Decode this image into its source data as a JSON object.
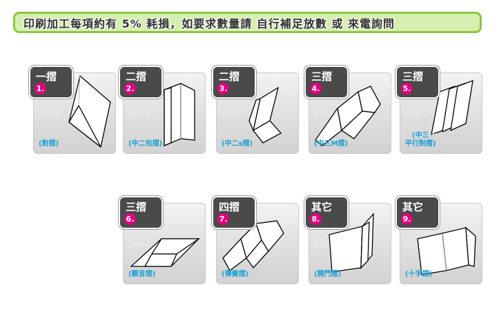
{
  "banner": {
    "text": "印刷加工每項約有 5% 耗損，如要求數量請 自行補足放數 或 來電詢問"
  },
  "watermark": "@card",
  "cards": [
    {
      "title": "一摺",
      "num": "1.",
      "caption_lines": [
        "(對摺)"
      ]
    },
    {
      "title": "二摺",
      "num": "2.",
      "caption_lines": [
        "(中二包摺)"
      ]
    },
    {
      "title": "二摺",
      "num": "3.",
      "caption_lines": [
        "(中二s摺)"
      ]
    },
    {
      "title": "三摺",
      "num": "4.",
      "caption_lines": [
        "(中三M摺)"
      ]
    },
    {
      "title": "三摺",
      "num": "5.",
      "caption_lines": [
        "(中三",
        "平行對摺)"
      ]
    },
    {
      "title": "三摺",
      "num": "6.",
      "caption_lines": [
        "(觀音摺)"
      ]
    },
    {
      "title": "四摺",
      "num": "7.",
      "caption_lines": [
        "(彈簧摺)"
      ]
    },
    {
      "title": "其它",
      "num": "8.",
      "caption_lines": [
        "(開門摺)"
      ]
    },
    {
      "title": "其它",
      "num": "9.",
      "caption_lines": [
        "(十字摺)"
      ]
    }
  ]
}
